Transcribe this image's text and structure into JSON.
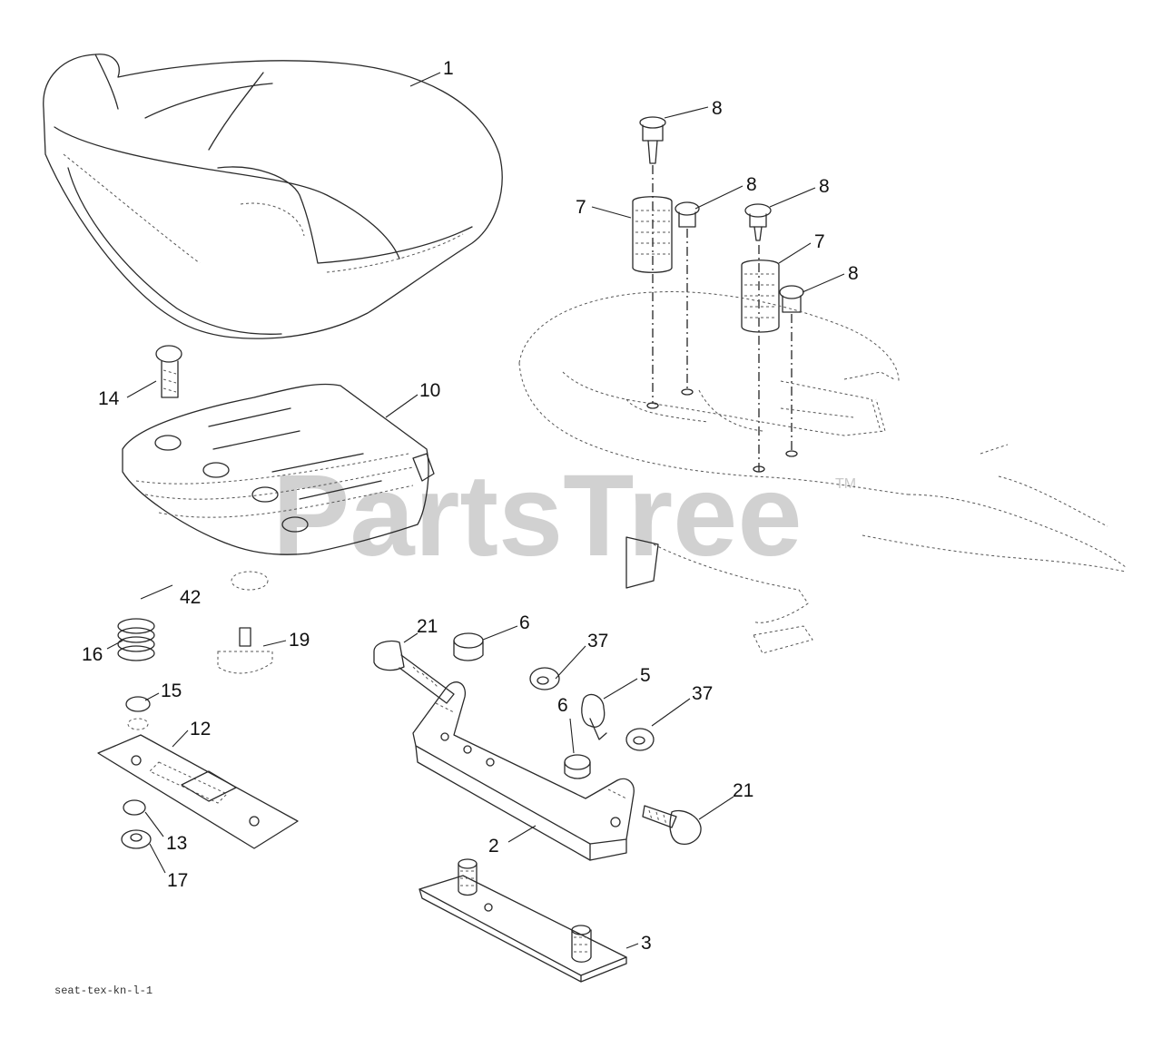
{
  "diagram": {
    "callouts": {
      "seat": "1",
      "pivot_bracket": "2",
      "slide_plate": "3",
      "clip": "5",
      "bushing_upper": "6",
      "bushing_lower": "6",
      "spring_left": "7",
      "spring_right": "7",
      "bolt_top": "8",
      "bolt_mid_left": "8",
      "bolt_mid_right": "8",
      "bolt_right": "8",
      "seat_pan": "10",
      "adjust_plate": "12",
      "nut": "13",
      "knob": "14",
      "washer_15": "15",
      "spring_16": "16",
      "washer_17": "17",
      "stud_19": "19",
      "shoulder_bolt_left": "21",
      "shoulder_bolt_right": "21",
      "spacer_37_upper": "37",
      "spacer_37_lower": "37",
      "grommet_42": "42"
    },
    "watermark": "PartsTree",
    "trademark": "TM",
    "drawing_code": "seat-tex-kn-l-1"
  }
}
